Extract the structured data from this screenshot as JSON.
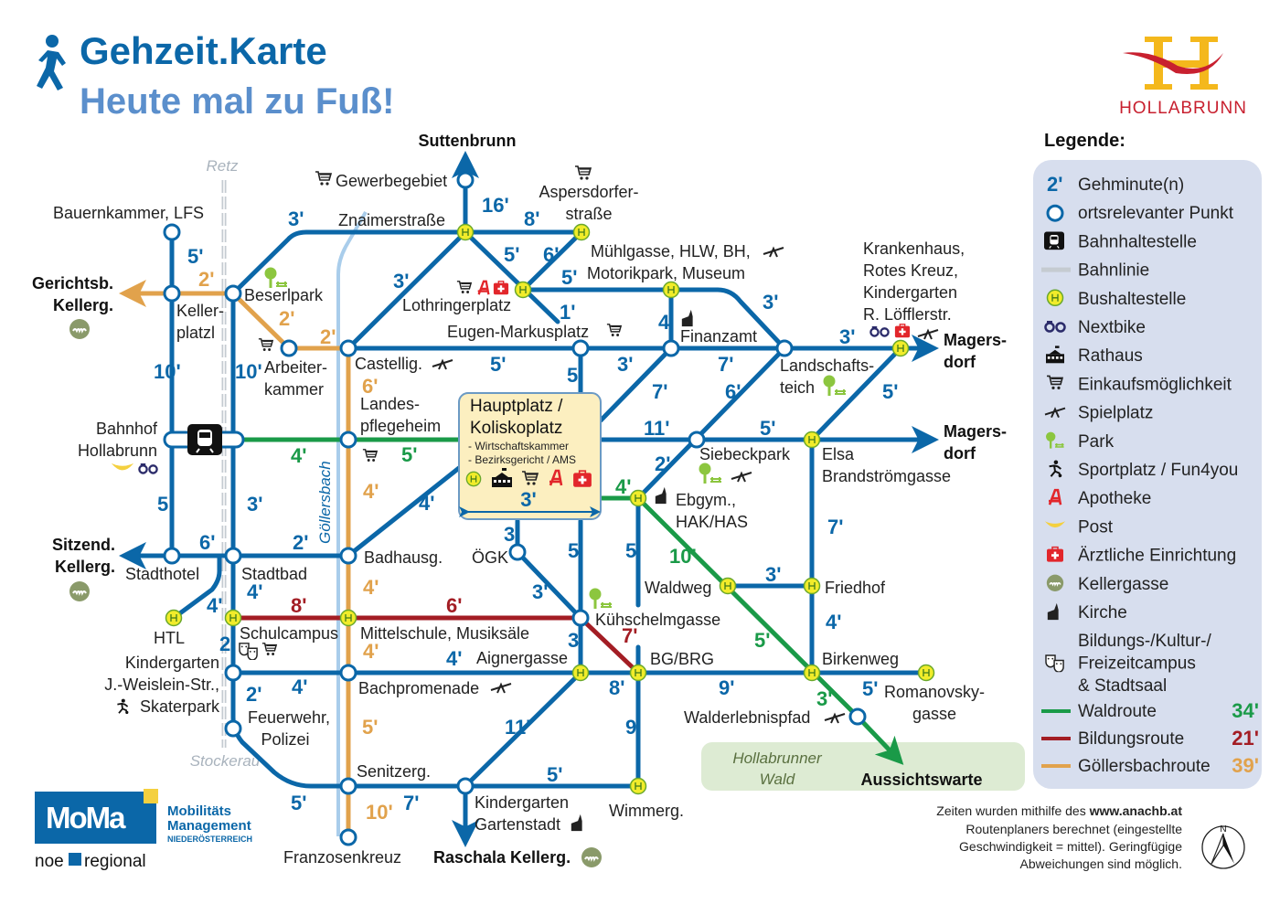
{
  "header": {
    "title": "Gehzeit.Karte",
    "subtitle": "Heute mal zu Fuß!"
  },
  "town_logo": {
    "text": "HOLLABRUNN"
  },
  "directions": {
    "north": "Suttenbrunn",
    "west_top": [
      "Gerichtsb.",
      "Kellerg."
    ],
    "west_bottom": [
      "Sitzend.",
      "Kellerg."
    ],
    "east_top": [
      "Magers-",
      "dorf"
    ],
    "east_bottom": [
      "Magers-",
      "dorf"
    ],
    "south": "Raschala Kellerg.",
    "forest_end": "Aussichtswarte"
  },
  "rail": {
    "north": "Retz",
    "south": "Stockerau"
  },
  "creek": "Göllersbach",
  "forest": [
    "Hollabrunner",
    "Wald"
  ],
  "stops": {
    "gewerbegebiet": "Gewerbegebiet",
    "bauernkammer": "Bauernkammer, LFS",
    "znaimer": "Znaimerstraße",
    "aspersdorfer": [
      "Aspersdorfer-",
      "straße"
    ],
    "muehlgasse": [
      "Mühlgasse, HLW, BH,",
      "Motorikpark, Museum"
    ],
    "krankenhaus": [
      "Krankenhaus,",
      "Rotes Kreuz,",
      "Kindergarten",
      "R. Löfflerstr."
    ],
    "beserlpark": "Beserlpark",
    "kellerplatzl": [
      "Keller-",
      "platzl"
    ],
    "lothringer": "Lothringerplatz",
    "eugen": "Eugen-Markusplatz",
    "finanzamt": "Finanzamt",
    "arbeiterkammer": [
      "Arbeiter-",
      "kammer"
    ],
    "castellig": "Castellig.",
    "landespflegeheim": [
      "Landes-",
      "pflegeheim"
    ],
    "landschaftsteich": [
      "Landschafts-",
      "teich"
    ],
    "bahnhof": [
      "Bahnhof",
      "Hollabrunn"
    ],
    "siebeckpark": "Siebeckpark",
    "elsa": [
      "Elsa",
      "Brandströmgasse"
    ],
    "ebgym": [
      "Ebgym.,",
      "HAK/HAS"
    ],
    "stadthotel": "Stadthotel",
    "stadtbad": "Stadtbad",
    "badhausg": "Badhausg.",
    "oegk": "ÖGK",
    "waldweg": "Waldweg",
    "friedhof": "Friedhof",
    "kuehschelm": "Kühschelmgasse",
    "htl": "HTL",
    "schulcampus": "Schulcampus",
    "mittelschule": "Mittelschule, Musiksäle",
    "kindergarten_jw": [
      "Kindergarten",
      "J.-Weislein-Str.,",
      "Skaterpark"
    ],
    "aignergasse": "Aignergasse",
    "bgbrg": "BG/BRG",
    "birkenweg": "Birkenweg",
    "bachpromenade": "Bachpromenade",
    "romanovsky": [
      "Romanovsky-",
      "gasse"
    ],
    "walderlebnis": "Walderlebnispfad",
    "feuerwehr": [
      "Feuerwehr,",
      "Polizei"
    ],
    "senitzerg": "Senitzerg.",
    "gartenstadt": [
      "Kindergarten",
      "Gartenstadt"
    ],
    "wimmerg": "Wimmerg.",
    "franzosenkreuz": "Franzosenkreuz"
  },
  "hauptplatz": {
    "title": [
      "Hauptplatz /",
      "Koliskoplatz"
    ],
    "items": [
      "- Wirtschaftskammer",
      "- Bezirksgericht / AMS"
    ],
    "minutes": "3'"
  },
  "minutes": [
    "3'",
    "5'",
    "2'",
    "3'",
    "16'",
    "8'",
    "5'",
    "6'",
    "5'",
    "1'",
    "2'",
    "2'",
    "10'",
    "10'",
    "6'",
    "5'",
    "5'",
    "3'",
    "4'",
    "3'",
    "7'",
    "7'",
    "6'",
    "3'",
    "5'",
    "4'",
    "5'",
    "11'",
    "5'",
    "2'",
    "4'",
    "5'",
    "3'",
    "4'",
    "4'",
    "7'",
    "3'",
    "5'",
    "5'",
    "10'",
    "6'",
    "2'",
    "4'",
    "3'",
    "3'",
    "4'",
    "4'",
    "8'",
    "6'",
    "7'",
    "3'",
    "4'",
    "5'",
    "2'",
    "4'",
    "4'",
    "4'",
    "2'",
    "8'",
    "9'",
    "5'",
    "3'",
    "5'",
    "11'",
    "9'",
    "5'",
    "5'",
    "7'",
    "10'"
  ],
  "legend": {
    "title": "Legende:",
    "items": [
      {
        "icon": "minute-number",
        "sample": "2'",
        "label": "Gehminute(n)"
      },
      {
        "icon": "circle-node",
        "label": "ortsrelevanter Punkt"
      },
      {
        "icon": "train-icon",
        "label": "Bahnhaltestelle"
      },
      {
        "icon": "rail-line",
        "label": "Bahnlinie"
      },
      {
        "icon": "bus-stop-icon",
        "label": "Bushaltestelle"
      },
      {
        "icon": "nextbike-icon",
        "label": "Nextbike"
      },
      {
        "icon": "townhall-icon",
        "label": "Rathaus"
      },
      {
        "icon": "cart-icon",
        "label": "Einkaufsmöglichkeit"
      },
      {
        "icon": "playground-icon",
        "label": "Spielplatz"
      },
      {
        "icon": "park-icon",
        "label": "Park"
      },
      {
        "icon": "sport-icon",
        "label": "Sportplatz / Fun4you"
      },
      {
        "icon": "pharmacy-icon",
        "label": "Apotheke"
      },
      {
        "icon": "post-icon",
        "label": "Post"
      },
      {
        "icon": "medical-icon",
        "label": "Ärztliche Einrichtung"
      },
      {
        "icon": "kellergasse-icon",
        "label": "Kellergasse"
      },
      {
        "icon": "church-icon",
        "label": "Kirche"
      },
      {
        "icon": "theatre-icon",
        "label": [
          "Bildungs-/Kultur-/",
          "Freizeitcampus",
          "& Stadtsaal"
        ]
      }
    ],
    "routes": [
      {
        "label": "Waldroute",
        "minutes": "34'",
        "color": "#1a9a48"
      },
      {
        "label": "Bildungsroute",
        "minutes": "21'",
        "color": "#a31d24"
      },
      {
        "label": "Göllersbachroute",
        "minutes": "39'",
        "color": "#e1a24c"
      }
    ]
  },
  "footnote": [
    "Zeiten wurden mithilfe des ",
    "www.anachb.at",
    "Routenplaners berechnet (eingestellte",
    "Geschwindigkeit = mittel). Geringfügige",
    "Abweichungen sind möglich."
  ],
  "compass": "N",
  "moma": {
    "logo": "MoMa",
    "line1": "Mobilitäts",
    "line2": "Management",
    "line3": "NIEDERÖSTERREICH",
    "noe": [
      "noe",
      "regional"
    ]
  },
  "colors": {
    "blue": "#0b67a8",
    "green": "#1a9a48",
    "red": "#a31d24",
    "orange": "#e1a24c",
    "legend_bg": "#d7deee"
  }
}
